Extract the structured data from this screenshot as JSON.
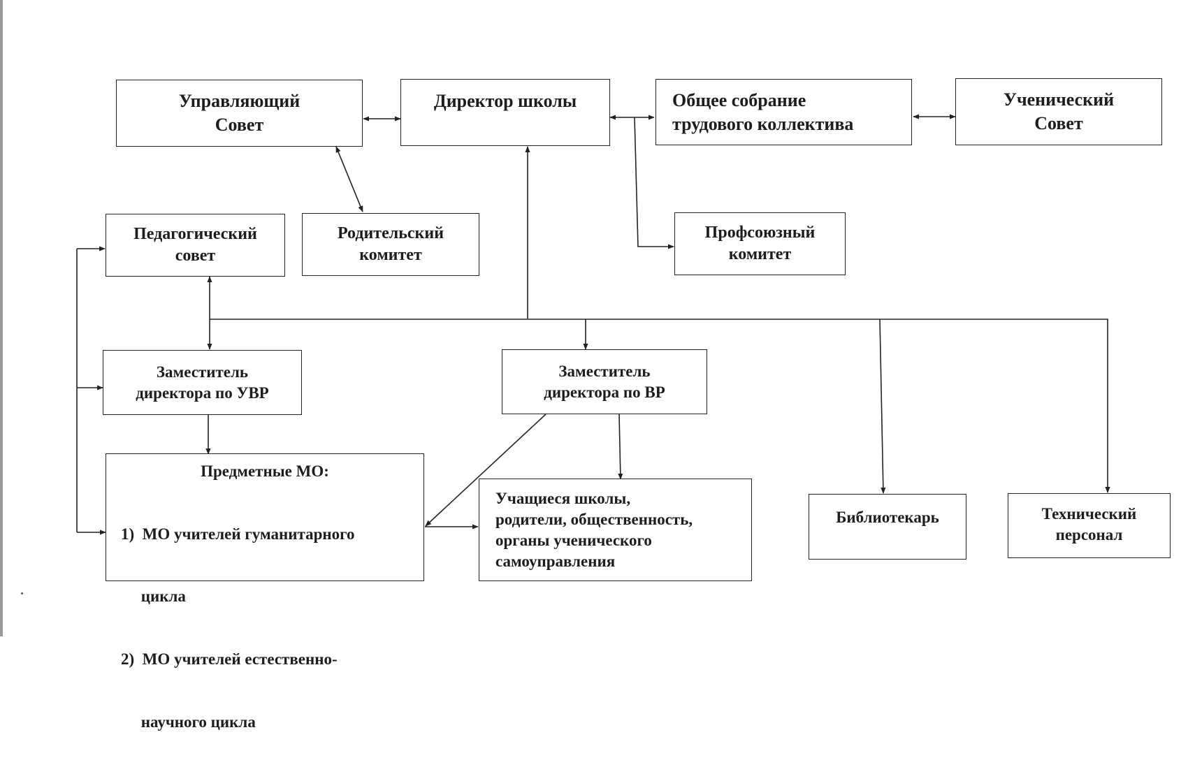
{
  "boxes": {
    "board": [
      "Управляющий",
      "Совет"
    ],
    "director": [
      "Директор школы"
    ],
    "general_meeting": [
      "Общее собрание",
      "трудового коллектива"
    ],
    "student_council": [
      "Ученический",
      "Совет"
    ],
    "pedagogical_council": [
      "Педагогический",
      "совет"
    ],
    "parents_committee": [
      "Родительский",
      "комитет"
    ],
    "trade_union": [
      "Профсоюзный",
      "комитет"
    ],
    "deputy_uvr": [
      "Заместитель",
      "директора по УВР"
    ],
    "deputy_vr": [
      "Заместитель",
      "директора по ВР"
    ],
    "subject_mo": {
      "title": "Предметные МО:",
      "lines": [
        "1)  МО учителей гуманитарного",
        "     цикла",
        "2)  МО учителей естественно-",
        "     научного цикла"
      ]
    },
    "students": [
      "Учащиеся школы,",
      "родители, общественность,",
      "органы  ученического",
      "самоуправления"
    ],
    "librarian": [
      "Библиотекарь"
    ],
    "tech_staff": [
      "Технический",
      "персонал"
    ]
  }
}
